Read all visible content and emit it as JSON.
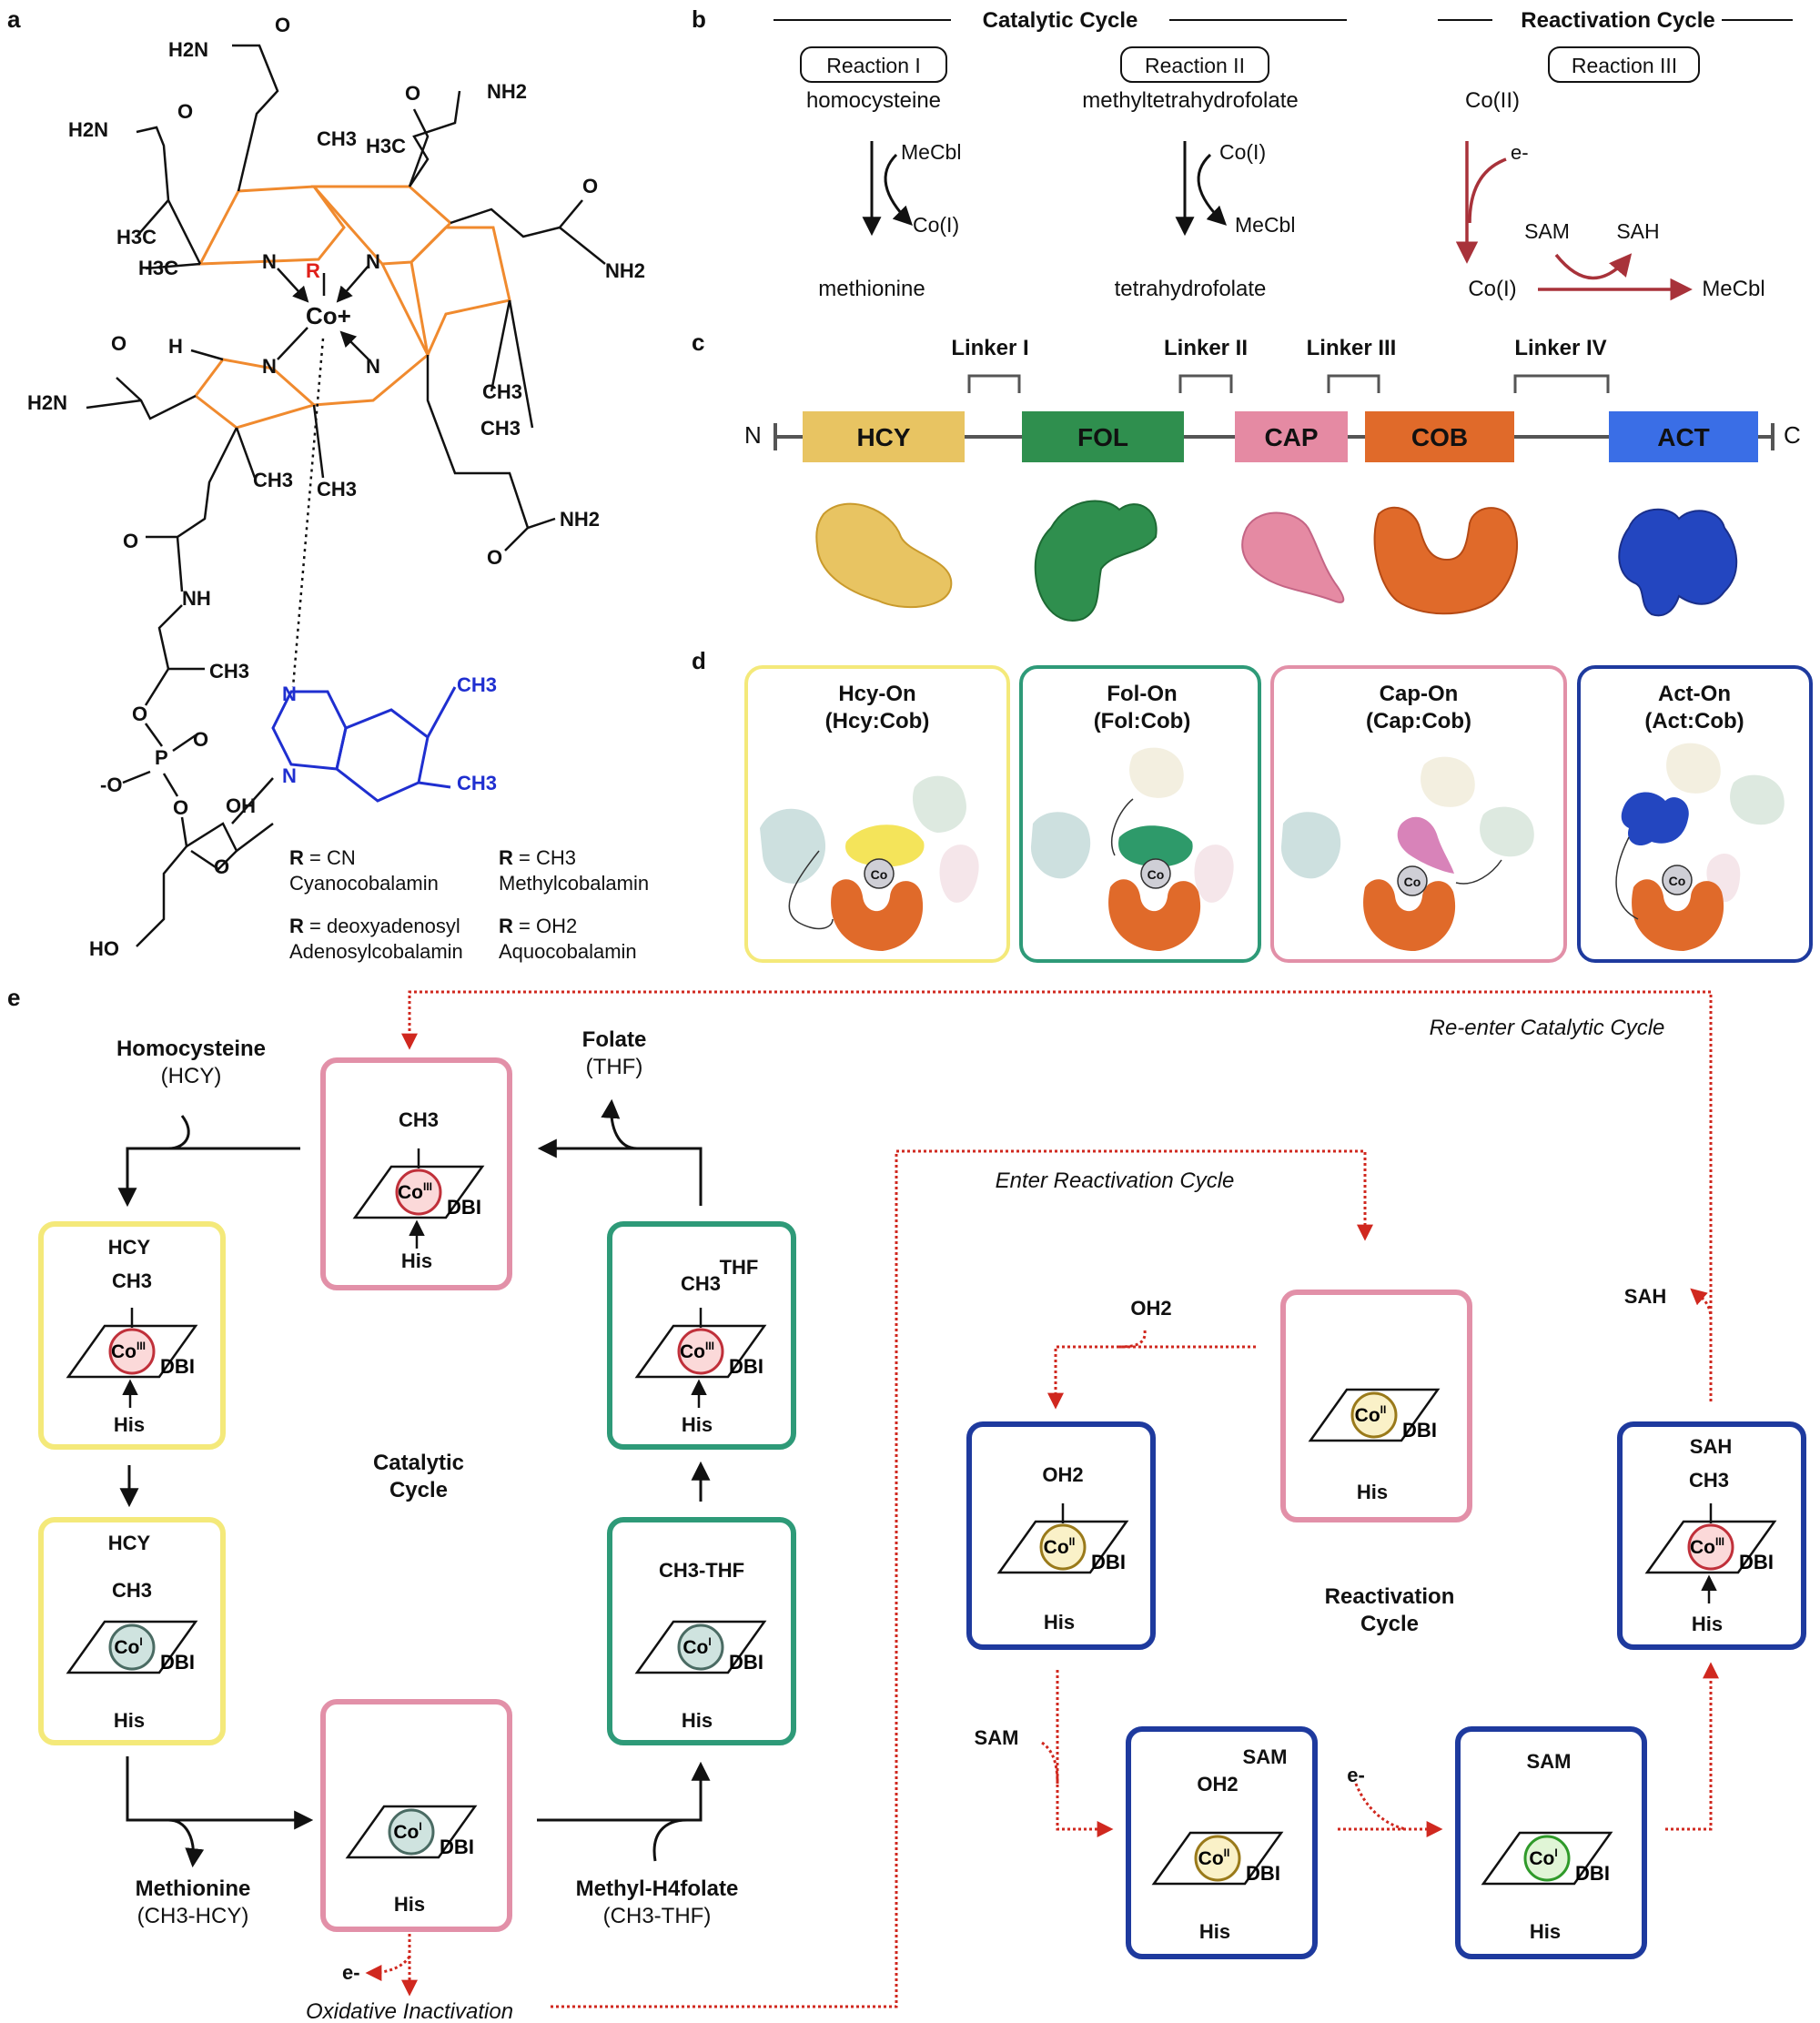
{
  "panel_letters": {
    "a": "a",
    "b": "b",
    "c": "c",
    "d": "d",
    "e": "e"
  },
  "colors": {
    "orange_structure": "#f08a2e",
    "blue_dbi": "#1f2fd0",
    "red_accent": "#e0201a",
    "dark_red_arrow": "#a8323a",
    "yellow_box": "#f4e97a",
    "green_box": "#2e9a78",
    "pink_box": "#e290a8",
    "blue_box": "#1e3a9e"
  },
  "panel_a": {
    "amide": "NH2",
    "amide_left": "H2N",
    "co": "Co+",
    "r": "R",
    "ch3": "CH3",
    "h3c": "H3C",
    "n": "N",
    "h": "H",
    "o": "O",
    "nh": "NH",
    "oh": "OH",
    "ho": "HO",
    "p": "P",
    "o_minus": "-O",
    "r_labels": [
      {
        "r": "R",
        "eq": " = CN",
        "name": "Cyanocobalamin"
      },
      {
        "r": "R",
        "eq": " = CH3",
        "name": "Methylcobalamin"
      },
      {
        "r": "R",
        "eq": " = deoxyadenosyl",
        "name": "Adenosylcobalamin"
      },
      {
        "r": "R",
        "eq": " = OH2",
        "name": "Aquocobalamin"
      }
    ]
  },
  "panel_b": {
    "catalytic_title": "Catalytic Cycle",
    "reactivation_title": "Reactivation Cycle",
    "reaction1": {
      "label": "Reaction I",
      "substrate": "homocysteine",
      "cofactor_in": "MeCbl",
      "cofactor_out": "Co(I)",
      "product": "methionine"
    },
    "reaction2": {
      "label": "Reaction II",
      "substrate": "methyltetrahydrofolate",
      "cofactor_in": "Co(I)",
      "cofactor_out": "MeCbl",
      "product": "tetrahydrofolate"
    },
    "reaction3": {
      "label": "Reaction III",
      "start": "Co(II)",
      "electron": "e-",
      "reduced": "Co(I)",
      "sam": "SAM",
      "sah": "SAH",
      "product": "MeCbl"
    }
  },
  "panel_c": {
    "n_term": "N",
    "c_term": "C",
    "linkers": [
      "Linker I",
      "Linker II",
      "Linker III",
      "Linker IV"
    ],
    "domains": [
      {
        "label": "HCY",
        "color": "#e8c462"
      },
      {
        "label": "FOL",
        "color": "#2f8f4e"
      },
      {
        "label": "CAP",
        "color": "#e58aa3"
      },
      {
        "label": "COB",
        "color": "#e06a2a"
      },
      {
        "label": "ACT",
        "color": "#3a6ee6"
      }
    ]
  },
  "panel_d": {
    "states": [
      {
        "title": "Hcy-On",
        "sub": "(Hcy:Cob)"
      },
      {
        "title": "Fol-On",
        "sub": "(Fol:Cob)"
      },
      {
        "title": "Cap-On",
        "sub": "(Cap:Cob)"
      },
      {
        "title": "Act-On",
        "sub": "(Act:Cob)"
      }
    ],
    "co": "Co"
  },
  "panel_e": {
    "homocysteine": "Homocysteine",
    "hcy_abbr": "(HCY)",
    "folate": "Folate",
    "thf_abbr": "(THF)",
    "methionine": "Methionine",
    "methionine_abbr": "(CH3-HCY)",
    "methyl_folate": "Methyl-H4folate",
    "methyl_folate_abbr": "(CH3-THF)",
    "catalytic_cycle": [
      "Catalytic",
      "Cycle"
    ],
    "reactivation_cycle": [
      "Reactivation",
      "Cycle"
    ],
    "reenter": "Re-enter Catalytic Cycle",
    "enter": "Enter Reactivation Cycle",
    "oxidative": "Oxidative Inactivation",
    "electron": "e-",
    "oh2": "OH2",
    "sam": "SAM",
    "sah": "SAH",
    "hcy": "HCY",
    "ch3": "CH3",
    "ch3_thf": "CH3-THF",
    "thf": "THF",
    "his": "His",
    "dbi": "DBI",
    "co3": "CoIII",
    "co2": "CoII",
    "co1": "CoI"
  }
}
